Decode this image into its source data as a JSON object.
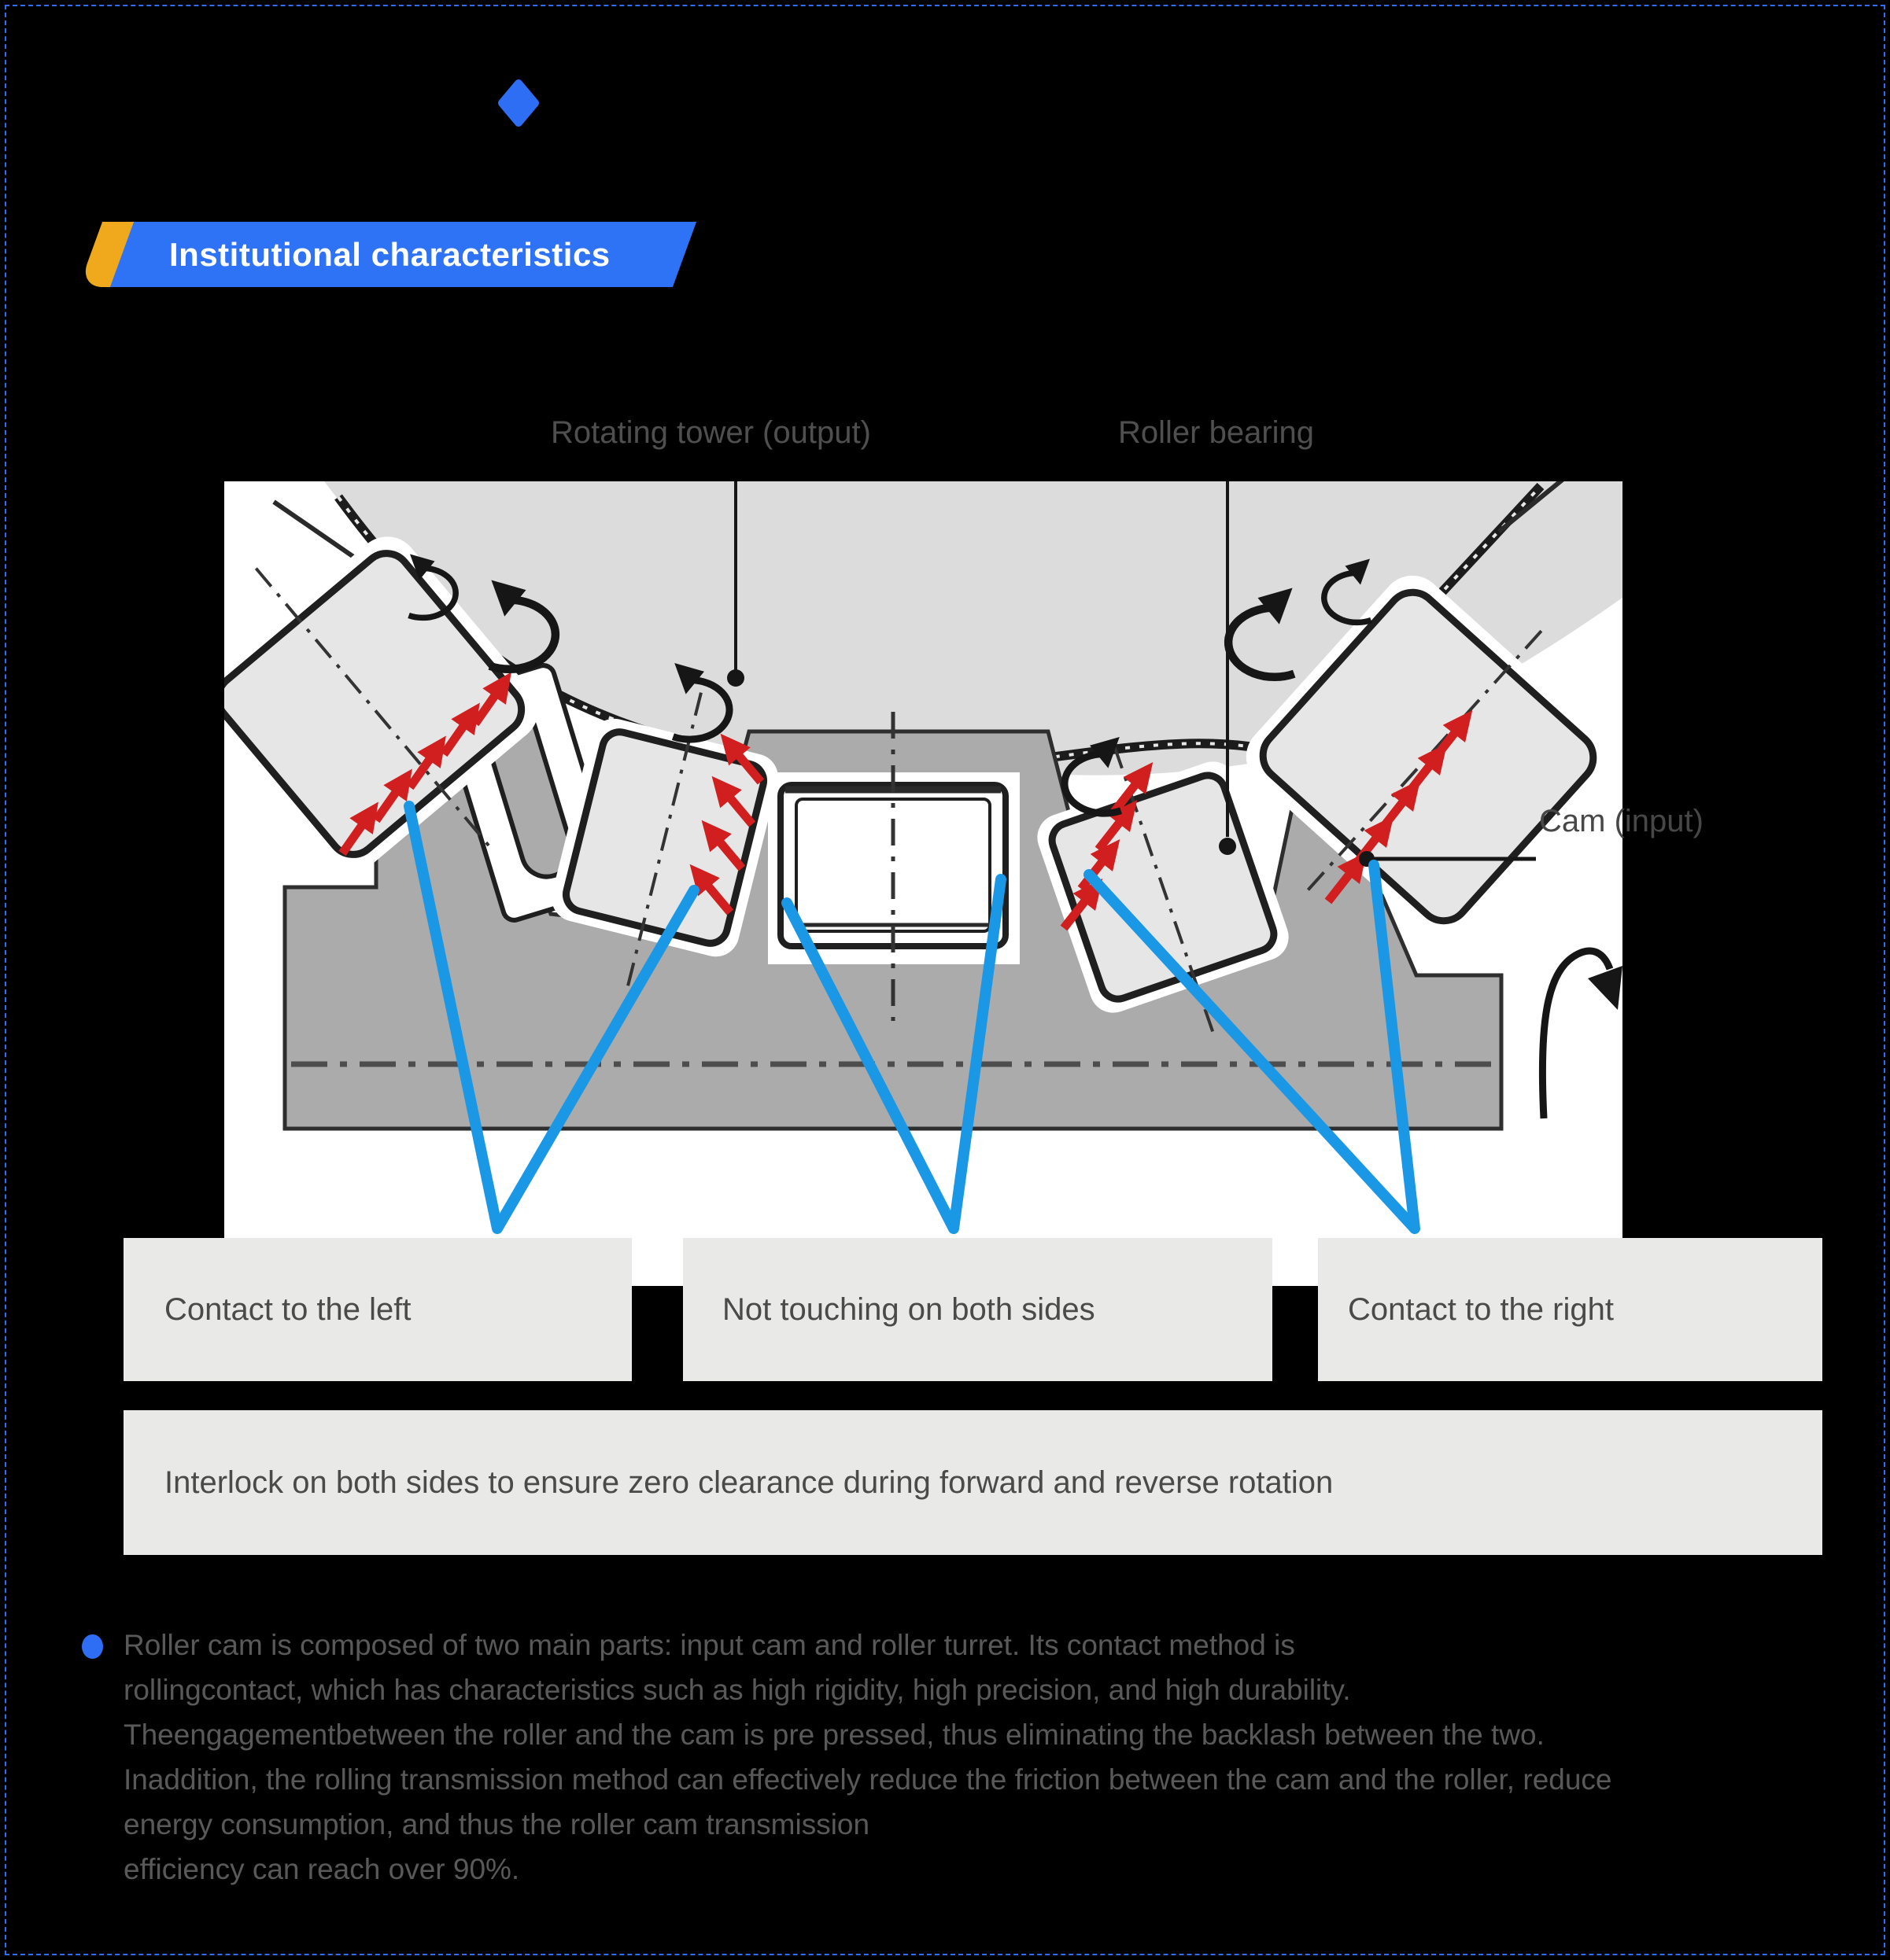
{
  "banner": {
    "label": "Institutional characteristics"
  },
  "decor": {
    "diamond_icon": "diamond",
    "bullet_icon": "circle"
  },
  "diagram": {
    "labels": {
      "rotating_tower": "Rotating tower (output)",
      "roller_bearing": "Roller bearing",
      "cam_input": "Cam (input)"
    },
    "callouts": {
      "left": "Contact to the left",
      "middle": "Not touching on both sides",
      "right": "Contact to the right",
      "bottom": "Interlock on both sides to ensure zero clearance during forward and reverse rotation"
    }
  },
  "notes": {
    "lines": [
      "Roller cam is composed of two main parts: input cam and roller turret. Its contact method is",
      "rollingcontact, which has characteristics such as high rigidity, high precision, and high durability.",
      "Theengagementbetween the roller and the cam is pre pressed, thus eliminating the backlash between the two.",
      "Inaddition, the rolling transmission method can effectively reduce the friction between the cam and the roller, reduce",
      "energy consumption, and thus the roller cam transmission",
      "efficiency can reach over 90%."
    ]
  },
  "colors": {
    "accent": "#2e6ef5",
    "banner_blue": "#2e72f5",
    "banner_yellow": "#f0a81c",
    "callout_blue": "#1b98e5",
    "arrow_red": "#d11f1f",
    "box_gray": "#e9e9e8",
    "turret_gray": "#dcdcdc",
    "cam_gray": "#ababab"
  }
}
